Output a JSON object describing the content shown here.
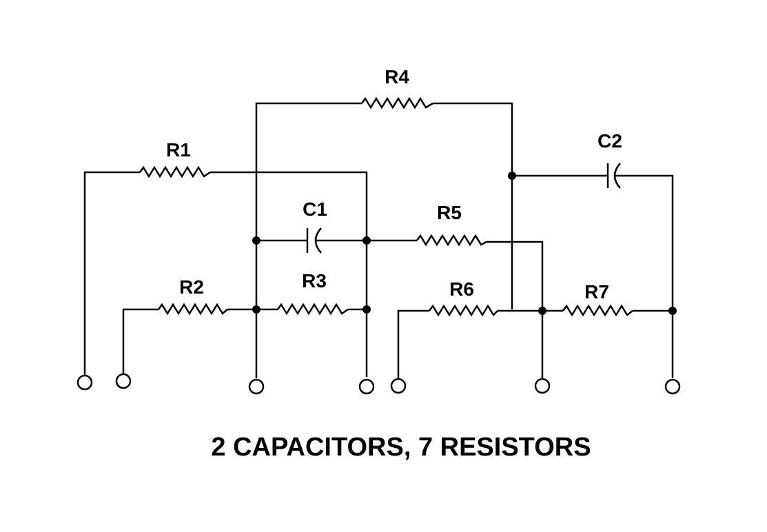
{
  "caption": "2 CAPACITORS, 7 RESISTORS",
  "components": {
    "r1": "R1",
    "r2": "R2",
    "r3": "R3",
    "r4": "R4",
    "r5": "R5",
    "r6": "R6",
    "r7": "R7",
    "c1": "C1",
    "c2": "C2"
  }
}
